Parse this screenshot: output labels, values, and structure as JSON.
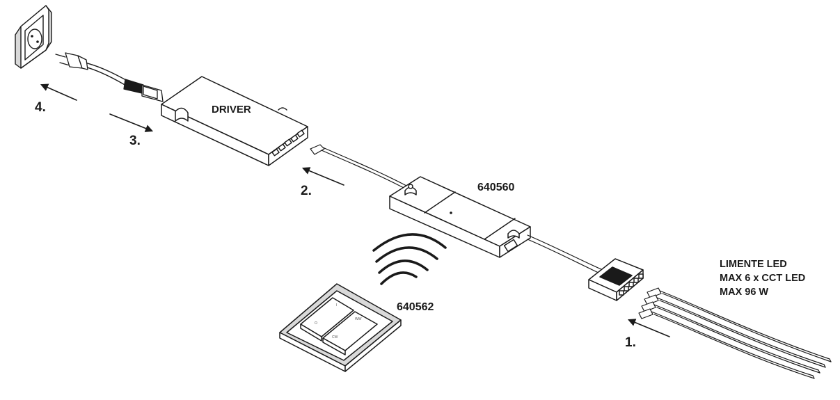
{
  "labels": {
    "driver": "DRIVER",
    "receiver_code": "640560",
    "switch_code": "640562",
    "spec_line1": "LIMENTE LED",
    "spec_line2": "MAX 6 x CCT LED",
    "spec_line3": "MAX 96 W",
    "switch_button_left_top": "I",
    "switch_button_left_bottom": "O",
    "switch_button_right_top": "WW",
    "switch_button_right_bottom": "CW"
  },
  "steps": [
    {
      "label": "1."
    },
    {
      "label": "2."
    },
    {
      "label": "3."
    },
    {
      "label": "4."
    }
  ]
}
